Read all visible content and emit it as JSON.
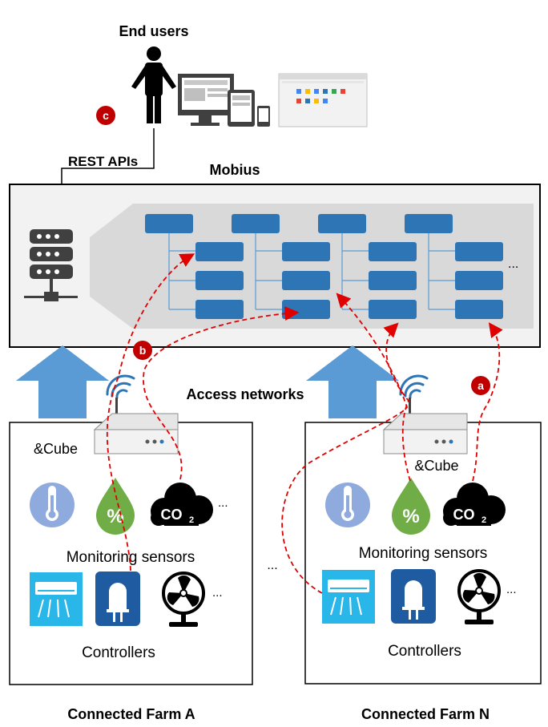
{
  "top": {
    "end_users": "End users",
    "rest_apis": "REST APIs",
    "mobius": "Mobius",
    "access_networks": "Access networks"
  },
  "markers": {
    "a": "a",
    "b": "b",
    "c": "c"
  },
  "farm_a": {
    "gateway": "&Cube",
    "sensors_label": "Monitoring sensors",
    "controllers_label": "Controllers",
    "more_sensors": "...",
    "more_controllers": "...",
    "caption": "Connected Farm A"
  },
  "farm_n": {
    "gateway": "&Cube",
    "sensors_label": "Monitoring sensors",
    "controllers_label": "Controllers",
    "more_sensors": "...",
    "more_controllers": "...",
    "caption": "Connected Farm N"
  },
  "between_farms": "...",
  "tree_more": "...",
  "icons": {
    "humidity_symbol": "%",
    "co2_main": "CO",
    "co2_sub": "2"
  },
  "colors": {
    "resource_box": "#2e75b6",
    "arrow_blue": "#5b9bd5",
    "dashed_red": "#e00000",
    "marker_red": "#c00000",
    "tree_bg": "#d9d9d9",
    "server_dark": "#404040"
  }
}
